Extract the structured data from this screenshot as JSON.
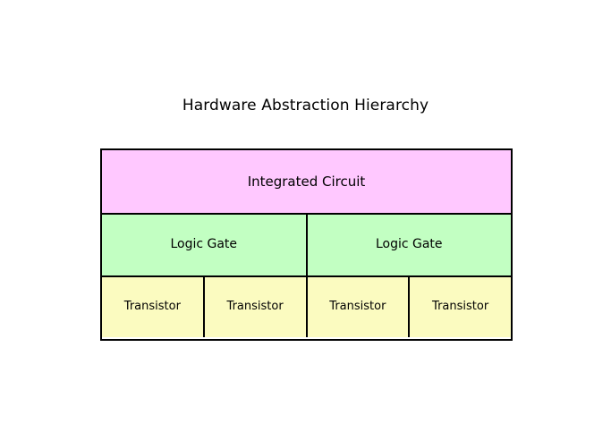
{
  "diagram": {
    "title": "Hardware Abstraction Hierarchy",
    "background_color": "#ffffff",
    "border_color": "#000000",
    "tiers": [
      {
        "name": "integrated-circuit",
        "level": 1,
        "fill_color": "#ffc8ff",
        "cells": [
          {
            "label": "Integrated Circuit"
          }
        ]
      },
      {
        "name": "logic-gate",
        "level": 2,
        "fill_color": "#c2ffc2",
        "cells": [
          {
            "label": "Logic Gate"
          },
          {
            "label": "Logic Gate"
          }
        ]
      },
      {
        "name": "transistor",
        "level": 3,
        "fill_color": "#fbfbc0",
        "cells": [
          {
            "label": "Transistor"
          },
          {
            "label": "Transistor"
          },
          {
            "label": "Transistor"
          },
          {
            "label": "Transistor"
          }
        ]
      }
    ]
  }
}
